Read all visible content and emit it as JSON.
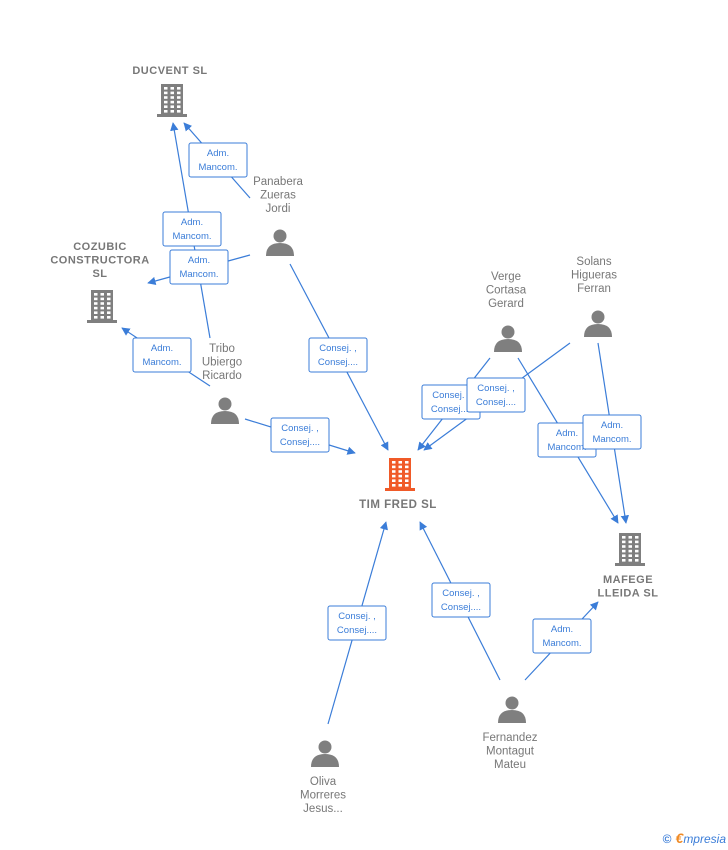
{
  "colors": {
    "edge": "#3b7dd8",
    "icon": "#7f7f7f",
    "main_icon": "#f05a28",
    "text": "#777777"
  },
  "nodes": {
    "ducvent": {
      "type": "company",
      "lines": [
        "DUCVENT  SL"
      ]
    },
    "cozubic": {
      "type": "company",
      "lines": [
        "COZUBIC",
        "CONSTRUCTORA",
        "SL"
      ]
    },
    "timfred": {
      "type": "company-main",
      "lines": [
        "TIM FRED  SL"
      ]
    },
    "mafege": {
      "type": "company",
      "lines": [
        "MAFEGE",
        "LLEIDA  SL"
      ]
    },
    "panabera": {
      "type": "person",
      "lines": [
        "Panabera",
        "Zueras",
        "Jordi"
      ]
    },
    "tribo": {
      "type": "person",
      "lines": [
        "Tribo",
        "Ubiergo",
        "Ricardo"
      ]
    },
    "verge": {
      "type": "person",
      "lines": [
        "Verge",
        "Cortasa",
        "Gerard"
      ]
    },
    "solans": {
      "type": "person",
      "lines": [
        "Solans",
        "Higueras",
        "Ferran"
      ]
    },
    "oliva": {
      "type": "person",
      "lines": [
        "Oliva",
        "Morreres",
        "Jesus..."
      ]
    },
    "fernandez": {
      "type": "person",
      "lines": [
        "Fernandez",
        "Montagut",
        "Mateu"
      ]
    }
  },
  "edges": [
    {
      "from": "panabera",
      "to": "ducvent",
      "label": [
        "Adm.",
        "Mancom."
      ]
    },
    {
      "from": "tribo",
      "to": "ducvent",
      "label": [
        "Adm.",
        "Mancom."
      ]
    },
    {
      "from": "panabera",
      "to": "cozubic",
      "label": [
        "Adm.",
        "Mancom."
      ]
    },
    {
      "from": "tribo",
      "to": "cozubic",
      "label": [
        "Adm.",
        "Mancom."
      ]
    },
    {
      "from": "panabera",
      "to": "timfred",
      "label": [
        "Consej. ,",
        "Consej...."
      ]
    },
    {
      "from": "tribo",
      "to": "timfred",
      "label": [
        "Consej. ,",
        "Consej...."
      ]
    },
    {
      "from": "verge",
      "to": "timfred",
      "label": [
        "Consej. ,",
        "Consej...."
      ]
    },
    {
      "from": "solans",
      "to": "timfred",
      "label": [
        "Consej. ,",
        "Consej...."
      ]
    },
    {
      "from": "verge",
      "to": "mafege",
      "label": [
        "Adm.",
        "Mancom."
      ]
    },
    {
      "from": "solans",
      "to": "mafege",
      "label": [
        "Adm.",
        "Mancom."
      ]
    },
    {
      "from": "oliva",
      "to": "timfred",
      "label": [
        "Consej. ,",
        "Consej...."
      ]
    },
    {
      "from": "fernandez",
      "to": "timfred",
      "label": [
        "Consej. ,",
        "Consej...."
      ]
    },
    {
      "from": "fernandez",
      "to": "mafege",
      "label": [
        "Adm.",
        "Mancom."
      ]
    }
  ],
  "brand": {
    "copyright": "©",
    "e": "€",
    "rest": "mpresia"
  }
}
